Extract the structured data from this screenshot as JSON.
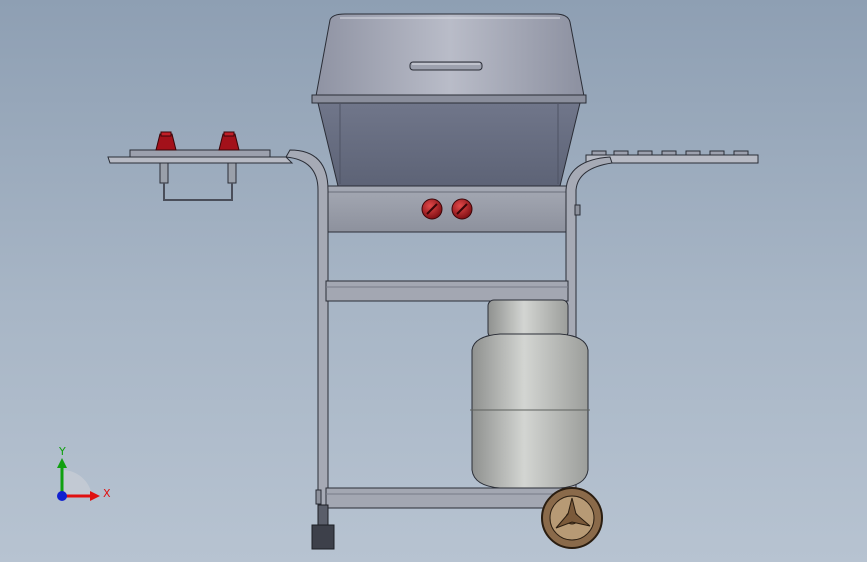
{
  "scene": {
    "model": "gas-grill-assembly",
    "colors": {
      "background_top": "#8e9fb3",
      "background_bottom": "#b7c3d1",
      "metal": "#a9adb8",
      "metal_dark": "#6f7484",
      "knob_red": "#b0121b",
      "wheel": "#8a6a4a",
      "tank": "#c7c9c6"
    }
  },
  "triad": {
    "x_label": "X",
    "y_label": "Y",
    "x_color": "#e01010",
    "y_color": "#10a010",
    "z_color": "#1020d0"
  }
}
